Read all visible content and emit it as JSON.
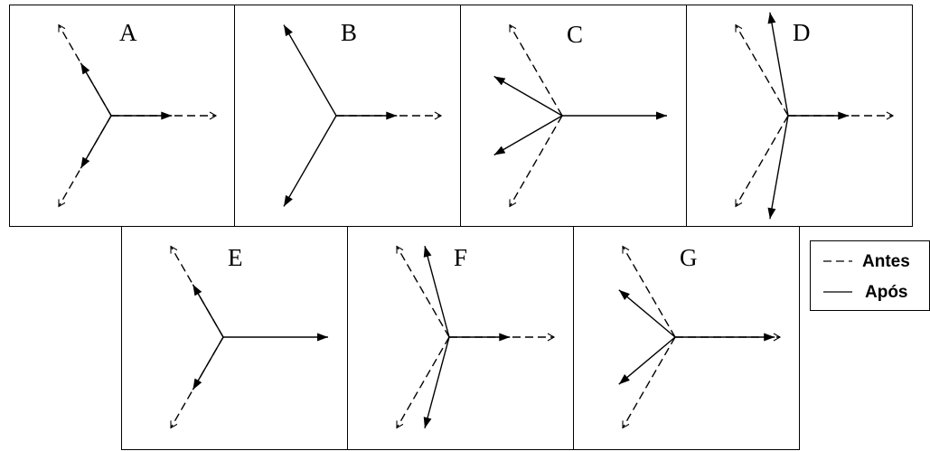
{
  "panels": [
    {
      "letter": "A",
      "before": [
        {
          "angle": 0,
          "length": 1.0
        },
        {
          "angle": 120,
          "length": 1.0
        },
        {
          "angle": 240,
          "length": 1.0
        }
      ],
      "after": [
        {
          "angle": 0,
          "length": 0.58
        },
        {
          "angle": 120,
          "length": 0.58
        },
        {
          "angle": 240,
          "length": 0.58
        }
      ]
    },
    {
      "letter": "B",
      "before": [
        {
          "angle": 0,
          "length": 1.0
        }
      ],
      "after": [
        {
          "angle": 0,
          "length": 0.58
        },
        {
          "angle": 120,
          "length": 1.0
        },
        {
          "angle": 240,
          "length": 1.0
        }
      ]
    },
    {
      "letter": "C",
      "before": [
        {
          "angle": 120,
          "length": 1.0
        },
        {
          "angle": 240,
          "length": 1.0
        }
      ],
      "after": [
        {
          "angle": 0,
          "length": 1.0
        },
        {
          "angle": 150,
          "length": 0.75
        },
        {
          "angle": 210,
          "length": 0.75
        }
      ]
    },
    {
      "letter": "D",
      "before": [
        {
          "angle": 0,
          "length": 1.0
        },
        {
          "angle": 120,
          "length": 1.0
        },
        {
          "angle": 240,
          "length": 1.0
        }
      ],
      "after": [
        {
          "angle": 0,
          "length": 0.58
        },
        {
          "angle": 100,
          "length": 1.0
        },
        {
          "angle": 260,
          "length": 1.0
        }
      ]
    },
    {
      "letter": "E",
      "before": [
        {
          "angle": 120,
          "length": 1.0
        },
        {
          "angle": 240,
          "length": 1.0
        }
      ],
      "after": [
        {
          "angle": 0,
          "length": 1.0
        },
        {
          "angle": 120,
          "length": 0.58
        },
        {
          "angle": 240,
          "length": 0.58
        }
      ]
    },
    {
      "letter": "F",
      "before": [
        {
          "angle": 0,
          "length": 1.0
        },
        {
          "angle": 120,
          "length": 1.0
        },
        {
          "angle": 240,
          "length": 1.0
        }
      ],
      "after": [
        {
          "angle": 0,
          "length": 0.58
        },
        {
          "angle": 105,
          "length": 0.9
        },
        {
          "angle": 255,
          "length": 0.9
        }
      ]
    },
    {
      "letter": "G",
      "before": [
        {
          "angle": 0,
          "length": 1.0
        },
        {
          "angle": 120,
          "length": 1.0
        },
        {
          "angle": 240,
          "length": 1.0
        }
      ],
      "after": [
        {
          "angle": 0,
          "length": 0.95
        },
        {
          "angle": 140,
          "length": 0.7
        },
        {
          "angle": 220,
          "length": 0.7
        }
      ]
    }
  ],
  "legend": {
    "before_label": "Antes",
    "after_label": "Após"
  }
}
